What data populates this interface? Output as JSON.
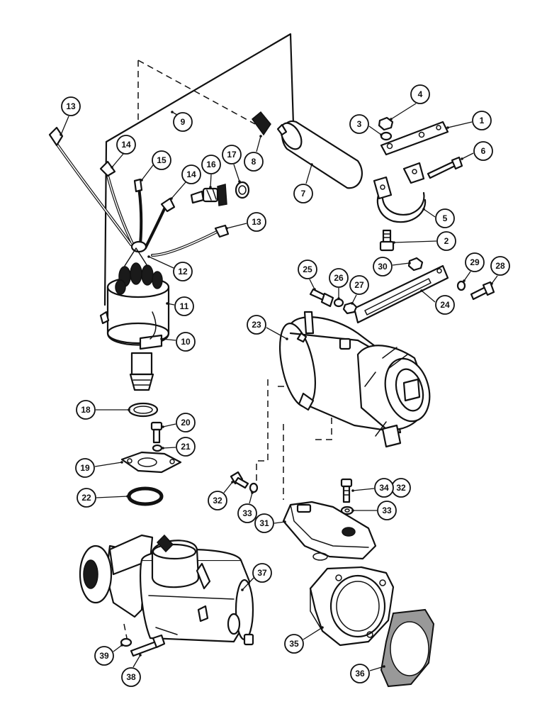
{
  "callouts": [
    {
      "id": "c1",
      "label": "1"
    },
    {
      "id": "c2",
      "label": "2"
    },
    {
      "id": "c3",
      "label": "3"
    },
    {
      "id": "c4",
      "label": "4"
    },
    {
      "id": "c5",
      "label": "5"
    },
    {
      "id": "c6",
      "label": "6"
    },
    {
      "id": "c7",
      "label": "7"
    },
    {
      "id": "c8",
      "label": "8"
    },
    {
      "id": "c9",
      "label": "9"
    },
    {
      "id": "c10",
      "label": "10"
    },
    {
      "id": "c11",
      "label": "11"
    },
    {
      "id": "c12",
      "label": "12"
    },
    {
      "id": "c13a",
      "label": "13"
    },
    {
      "id": "c13b",
      "label": "13"
    },
    {
      "id": "c14a",
      "label": "14"
    },
    {
      "id": "c14b",
      "label": "14"
    },
    {
      "id": "c15",
      "label": "15"
    },
    {
      "id": "c16",
      "label": "16"
    },
    {
      "id": "c17",
      "label": "17"
    },
    {
      "id": "c18",
      "label": "18"
    },
    {
      "id": "c19",
      "label": "19"
    },
    {
      "id": "c20",
      "label": "20"
    },
    {
      "id": "c21",
      "label": "21"
    },
    {
      "id": "c22",
      "label": "22"
    },
    {
      "id": "c23",
      "label": "23"
    },
    {
      "id": "c24",
      "label": "24"
    },
    {
      "id": "c25",
      "label": "25"
    },
    {
      "id": "c26",
      "label": "26"
    },
    {
      "id": "c27",
      "label": "27"
    },
    {
      "id": "c28",
      "label": "28"
    },
    {
      "id": "c29",
      "label": "29"
    },
    {
      "id": "c30",
      "label": "30"
    },
    {
      "id": "c31",
      "label": "31"
    },
    {
      "id": "c32a",
      "label": "32"
    },
    {
      "id": "c32b",
      "label": "32"
    },
    {
      "id": "c33a",
      "label": "33"
    },
    {
      "id": "c33b",
      "label": "33"
    },
    {
      "id": "c34",
      "label": "34"
    },
    {
      "id": "c35",
      "label": "35"
    },
    {
      "id": "c36",
      "label": "36"
    },
    {
      "id": "c37",
      "label": "37"
    },
    {
      "id": "c38",
      "label": "38"
    },
    {
      "id": "c39",
      "label": "39"
    }
  ]
}
